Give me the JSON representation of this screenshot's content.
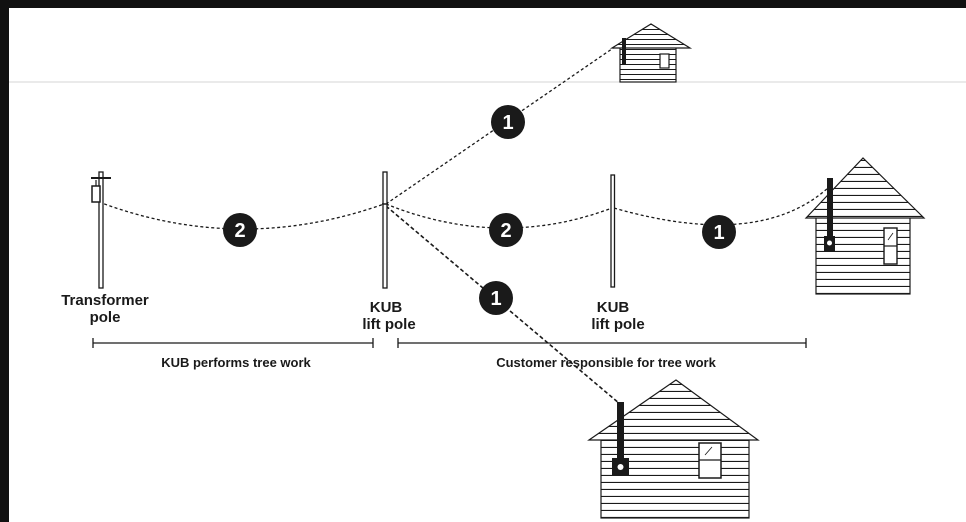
{
  "labels": {
    "transformer_pole": [
      "Transformer",
      "pole"
    ],
    "kub_lift_pole_left": [
      "KUB",
      "lift pole"
    ],
    "kub_lift_pole_right": [
      "KUB",
      "lift pole"
    ],
    "kub_tree_work": "KUB performs tree work",
    "customer_tree_work": "Customer responsible for tree work"
  },
  "badges": {
    "top_service": "1",
    "left_span": "2",
    "middle_span": "2",
    "right_service": "1",
    "bottom_service": "1"
  },
  "colors": {
    "ink": "#1a1a1a",
    "border": "#111111",
    "background": "#ffffff",
    "divider": "#cfcfcf"
  }
}
